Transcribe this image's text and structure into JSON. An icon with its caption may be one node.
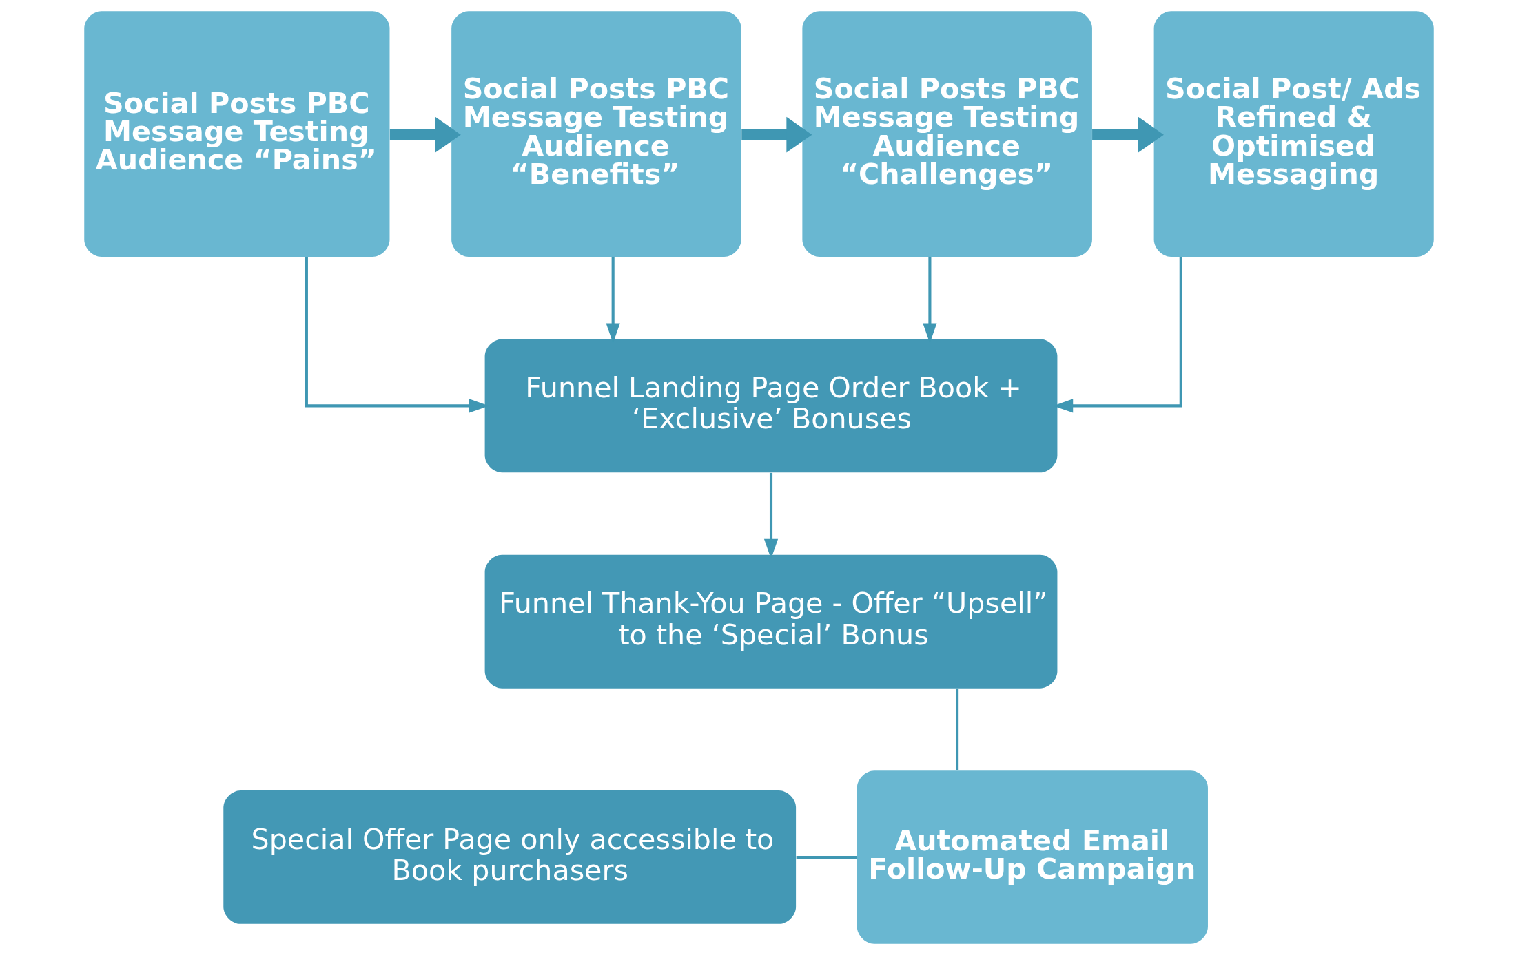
{
  "diagram": {
    "nodes": [
      {
        "text": [
          "Social Posts PBC Message Testing Audience “Pains”"
        ]
      },
      {
        "text": [
          "Social Posts PBC Message Testing Audience “Benefits”"
        ]
      },
      {
        "text": [
          "Social Posts PBC Message Testing Audience “Challenges”"
        ]
      },
      {
        "text": [
          "Social Post/ Ads Refined & Optimised Messaging"
        ]
      },
      {
        "text": [
          "Funnel Landing Page Order Book + ‘Exclusive’ Bonuses"
        ]
      },
      {
        "text": [
          "Funnel Thank-You Page - Offer “Upsell” to the ‘Special’ Bonus"
        ]
      },
      {
        "text": [
          "Special Offer Page only accessible to Book purchasers"
        ]
      },
      {
        "text": [
          "Automated Email Follow-Up Campaign"
        ]
      }
    ],
    "edges": [
      {
        "from": 0,
        "to": 1,
        "arrow": "to",
        "style": "thick"
      },
      {
        "from": 1,
        "to": 2,
        "arrow": "to",
        "style": "thick"
      },
      {
        "from": 2,
        "to": 3,
        "arrow": "to",
        "style": "thick"
      },
      {
        "from": 0,
        "to": 4,
        "arrow": "to"
      },
      {
        "from": 1,
        "to": 4,
        "arrow": "to"
      },
      {
        "from": 2,
        "to": 4,
        "arrow": "to"
      },
      {
        "from": 3,
        "to": 4,
        "arrow": "to"
      },
      {
        "from": 4,
        "to": 5,
        "arrow": "to"
      },
      {
        "from": 5,
        "to": 7,
        "arrow": "none"
      },
      {
        "from": 6,
        "to": 7,
        "arrow": "none"
      }
    ]
  }
}
